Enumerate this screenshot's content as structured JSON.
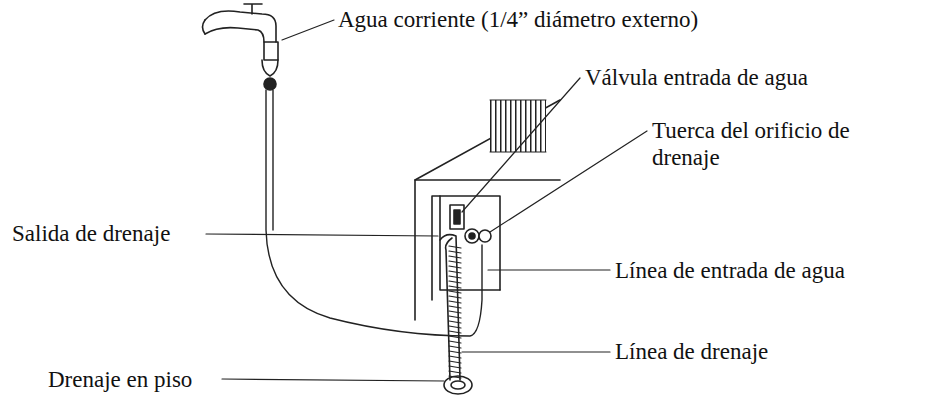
{
  "diagram": {
    "labels": [
      "Agua corriente (1/4” diámetro externo)",
      "Válvula entrada de agua",
      "Tuerca del orificio de drenaje",
      "Salida de drenaje",
      "Línea de entrada de agua",
      "Línea de drenaje",
      "Drenaje en piso"
    ]
  }
}
